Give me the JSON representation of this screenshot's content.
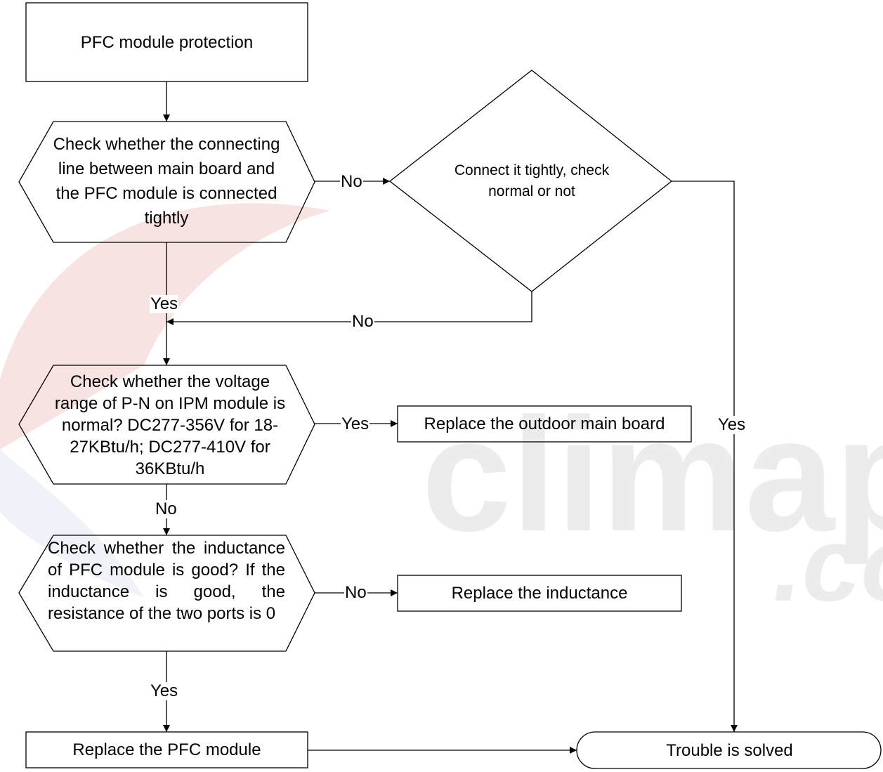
{
  "colors": {
    "line": "#000000",
    "watermark_red": "#f3cccc",
    "watermark_gray": "#e6e6e6"
  },
  "watermark": {
    "text": "climaproyectos",
    "suffix": ".co"
  },
  "nodes": {
    "start": "PFC module protection",
    "check_line": "Check whether the connecting line between main board and the PFC module is connected tightly",
    "connect_tightly": "Connect it tightly, check normal or not",
    "check_voltage": "Check whether the voltage range of P-N on IPM module is normal? DC277-356V for 18-27KBtu/h; DC277-410V for 36KBtu/h",
    "replace_main_board": "Replace the outdoor main board",
    "check_inductance": "Check whether the inductance of PFC module is good? If the inductance is good, the resistance of the two ports is 0",
    "replace_inductance": "Replace the inductance",
    "replace_pfc": "Replace the PFC module",
    "solved": "Trouble is solved"
  },
  "labels": {
    "line_no": "No",
    "line_yes": "Yes",
    "connect_no": "No",
    "connect_yes": "Yes",
    "voltage_yes": "Yes",
    "voltage_no": "No",
    "inductance_no": "No",
    "inductance_yes": "Yes"
  }
}
